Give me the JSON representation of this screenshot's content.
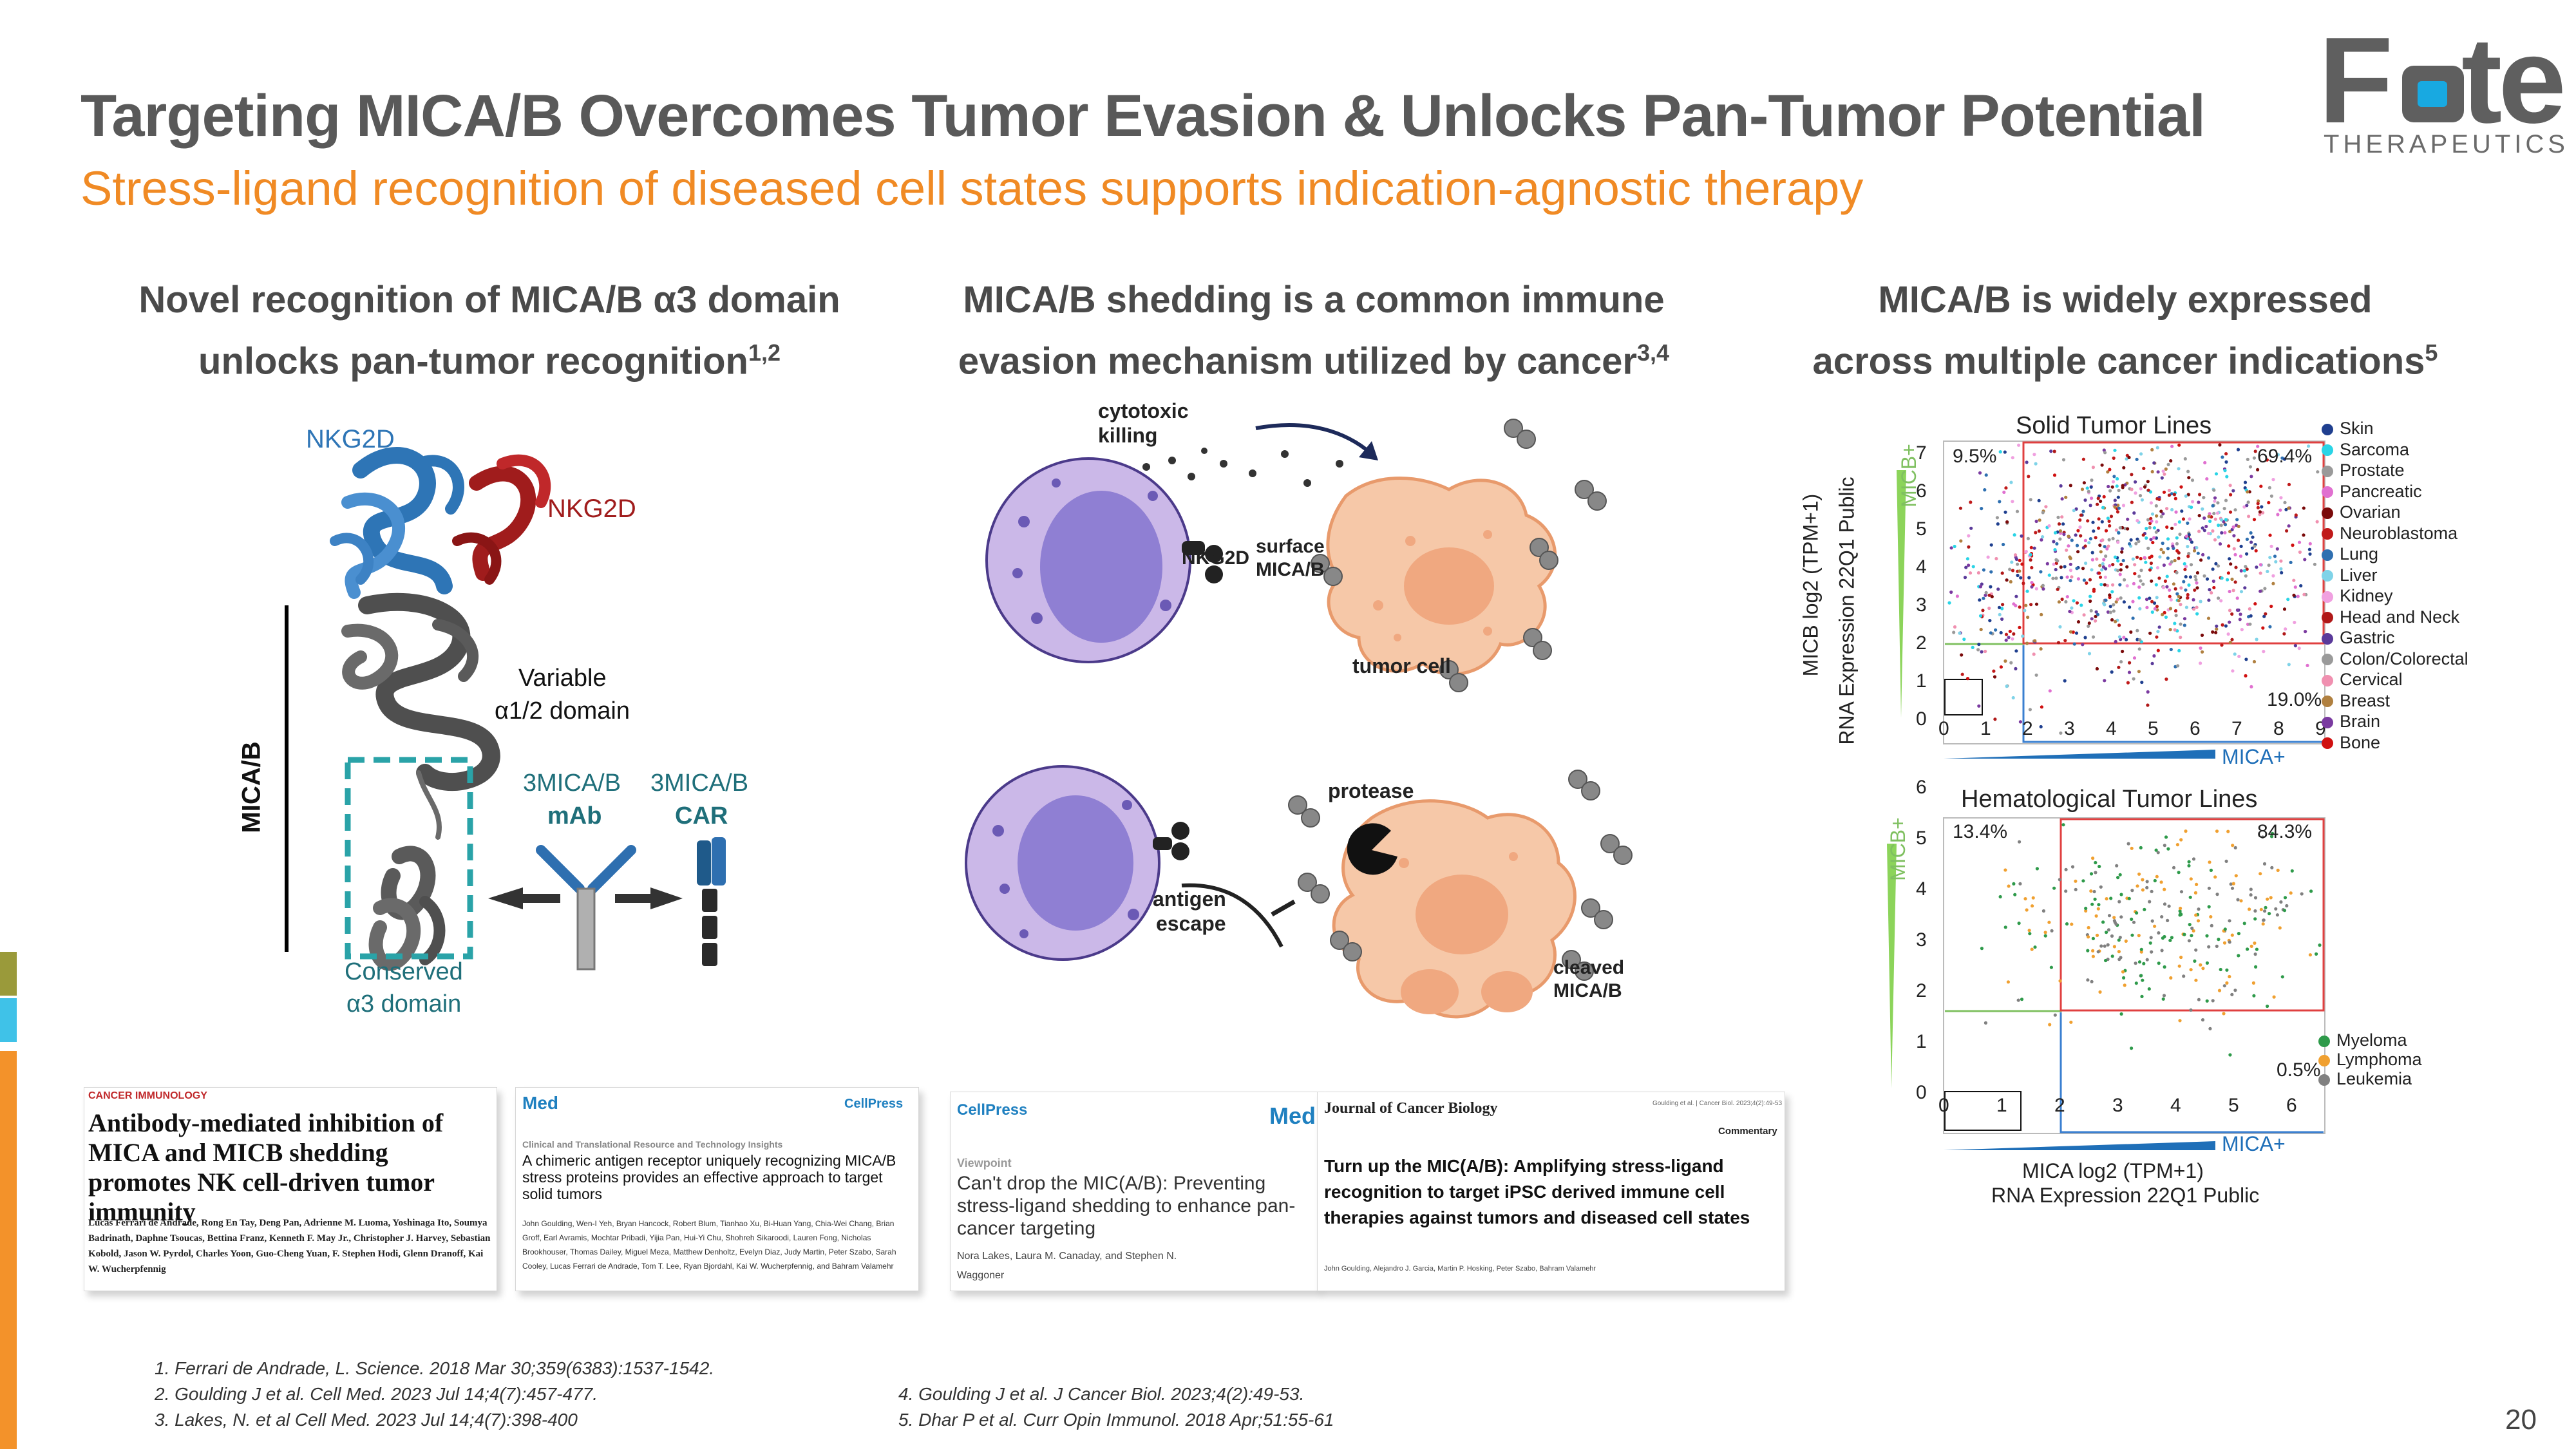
{
  "slide": {
    "title": "Targeting MICA/B Overcomes Tumor Evasion & Unlocks Pan-Tumor Potential",
    "subtitle": "Stress-ligand recognition of diseased cell states supports indication-agnostic therapy",
    "page_number": "20"
  },
  "logo": {
    "word": "Fate",
    "sub": "THERAPEUTICS",
    "accent": "#18a9e1"
  },
  "columns": [
    {
      "line1": "Novel recognition of MICA/B α3 domain",
      "line2": "unlocks pan-tumor recognition",
      "sup": "1,2"
    },
    {
      "line1": "MICA/B shedding is a common immune",
      "line2": "evasion mechanism utilized by cancer",
      "sup": "3,4"
    },
    {
      "line1": "MICA/B is widely expressed",
      "line2": "across multiple cancer indications",
      "sup": "5"
    }
  ],
  "structure_fig": {
    "nkg2d_blue": "NKG2D",
    "nkg2d_red": "NKG2D",
    "variable1": "Variable",
    "variable2": "α1/2 domain",
    "micab": "MICA/B",
    "conserved1": "Conserved",
    "conserved2": "α3 domain",
    "mab_top": "3MICA/B",
    "mab_bottom": "mAb",
    "car_top": "3MICA/B",
    "car_bottom": "CAR"
  },
  "shedding_fig": {
    "cytotoxic": "cytotoxic",
    "killing": "killing",
    "nkg2d": "NKG2D",
    "surface1": "surface",
    "surface2": "MICA/B",
    "tumor_cell": "tumor cell",
    "protease": "protease",
    "antigen": "antigen",
    "escape": "escape",
    "cleaved1": "cleaved",
    "cleaved2": "MICA/B"
  },
  "scatter_solid": {
    "title": "Solid Tumor Lines",
    "tl": "9.5%",
    "tr": "69.4%",
    "br": "19.0%",
    "ylabel1": "MICB log2 (TPM+1)",
    "ylabel2": "RNA Expression 22Q1 Public",
    "micb_plus": "MICB+",
    "mica_plus": "MICA+",
    "xticks": [
      "0",
      "1",
      "2",
      "3",
      "4",
      "5",
      "6",
      "7",
      "8",
      "9"
    ],
    "yticks": [
      "0",
      "1",
      "2",
      "3",
      "4",
      "5",
      "6",
      "7"
    ],
    "legend": [
      {
        "name": "Skin",
        "color": "#1f3f8f"
      },
      {
        "name": "Sarcoma",
        "color": "#2ad4e6"
      },
      {
        "name": "Prostate",
        "color": "#9a9a9a"
      },
      {
        "name": "Pancreatic",
        "color": "#e070d0"
      },
      {
        "name": "Ovarian",
        "color": "#7a0a0a"
      },
      {
        "name": "Neuroblastoma",
        "color": "#c01a1a"
      },
      {
        "name": "Lung",
        "color": "#2e6fb0"
      },
      {
        "name": "Liver",
        "color": "#7fd3e8"
      },
      {
        "name": "Kidney",
        "color": "#f0a0e0"
      },
      {
        "name": "Head and Neck",
        "color": "#b01818"
      },
      {
        "name": "Gastric",
        "color": "#5a3a9a"
      },
      {
        "name": "Colon/Colorectal",
        "color": "#9a9a9a"
      },
      {
        "name": "Cervical",
        "color": "#f090b0"
      },
      {
        "name": "Breast",
        "color": "#b08040"
      },
      {
        "name": "Brain",
        "color": "#7a3aa0"
      },
      {
        "name": "Bone",
        "color": "#d01010"
      }
    ]
  },
  "scatter_heme": {
    "title": "Hematological  Tumor Lines",
    "tl": "13.4%",
    "tr": "84.3%",
    "br": "0.5%",
    "micb_plus": "MICB+",
    "mica_plus": "MICA+",
    "xlabel1": "MICA log2 (TPM+1)",
    "xlabel2": "RNA Expression 22Q1 Public",
    "xticks": [
      "0",
      "1",
      "2",
      "3",
      "4",
      "5",
      "6"
    ],
    "yticks": [
      "0",
      "1",
      "2",
      "3",
      "4",
      "5",
      "6"
    ],
    "legend": [
      {
        "name": "Myeloma",
        "color": "#2e9a4a"
      },
      {
        "name": "Lymphoma",
        "color": "#f0a030"
      },
      {
        "name": "Leukemia",
        "color": "#808080"
      }
    ]
  },
  "papers": [
    {
      "tag": "CANCER IMMUNOLOGY",
      "title": "Antibody-mediated inhibition of MICA and MICB shedding promotes NK cell-driven tumor immunity",
      "authors": "Lucas Ferrari de Andrade, Rong En Tay, Deng Pan, Adrienne M. Luoma, Yoshinaga Ito, Soumya Badrinath, Daphne Tsoucas, Bettina Franz, Kenneth F. May Jr., Christopher J. Harvey, Sebastian Kobold, Jason W. Pyrdol, Charles Yoon, Guo-Cheng Yuan, F. Stephen Hodi, Glenn Dranoff, Kai W. Wucherpfennig"
    },
    {
      "journal": "Med",
      "publisher": "CellPress",
      "kicker": "Clinical and Translational Resource and Technology Insights",
      "title": "A chimeric antigen receptor uniquely recognizing MICA/B stress proteins provides an effective approach to target solid tumors",
      "authors": "John Goulding, Wen-I Yeh, Bryan Hancock, Robert Blum, Tianhao Xu, Bi-Huan Yang, Chia-Wei Chang, Brian Groff, Earl Avramis, Mochtar Pribadi, Yijia Pan, Hui-Yi Chu, Shohreh Sikaroodi, Lauren Fong, Nicholas Brookhouser, Thomas Dailey, Miguel Meza, Matthew Denholtz, Evelyn Diaz, Judy Martin, Peter Szabo, Sarah Cooley, Lucas Ferrari de Andrade, Tom T. Lee, Ryan Bjordahl, Kai W. Wucherpfennig, and Bahram Valamehr"
    },
    {
      "journal": "Med",
      "publisher": "CellPress",
      "kicker": "Viewpoint",
      "title": "Can't drop the MIC(A/B): Preventing stress-ligand shedding to enhance pan-cancer targeting",
      "authors": "Nora Lakes, Laura M. Canaday, and Stephen N. Waggoner"
    },
    {
      "journal": "Journal of Cancer Biology",
      "cite": "Goulding et al. | Cancer Biol. 2023;4(2):49-53",
      "kicker": "Commentary",
      "title": "Turn up the MIC(A/B): Amplifying stress-ligand recognition to target iPSC derived immune cell therapies against tumors and diseased cell states",
      "authors": "John Goulding, Alejandro J. Garcia, Martin P. Hosking, Peter Szabo, Bahram Valamehr"
    }
  ],
  "refs_left": [
    "1.     Ferrari de Andrade, L. Science. 2018 Mar 30;359(6383):1537-1542.",
    "2.     Goulding J et al. Cell Med. 2023 Jul 14;4(7):457-477.",
    "3.     Lakes, N. et al Cell Med. 2023 Jul 14;4(7):398-400"
  ],
  "refs_right": [
    "4.     Goulding J et al. J Cancer Biol. 2023;4(2):49-53.",
    "5.     Dhar P et al. Curr Opin Immunol. 2018 Apr;51:55-61"
  ],
  "colors": {
    "title": "#595959",
    "subtitle": "#f08a24",
    "sidebar_olive": "#9a9a3a",
    "sidebar_cyan": "#3fc2e8",
    "sidebar_orange": "#f3922a"
  }
}
